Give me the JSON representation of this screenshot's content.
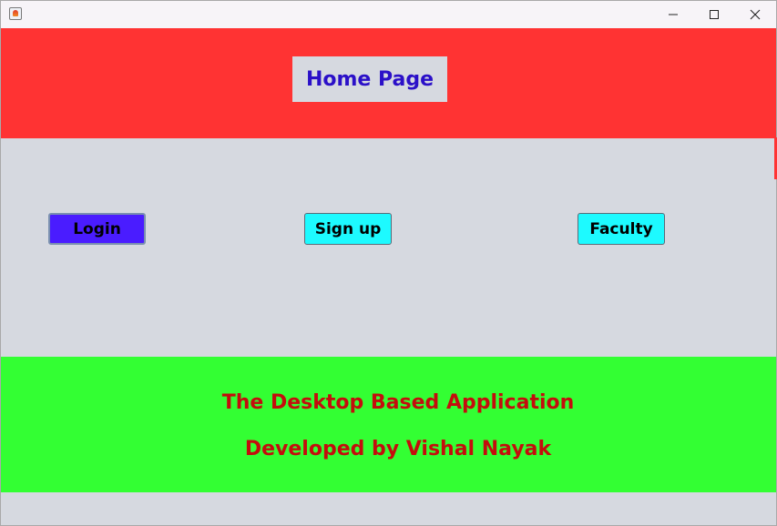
{
  "window": {
    "title": "",
    "controls": {
      "minimize": "minimize-icon",
      "maximize": "maximize-icon",
      "close": "close-icon"
    }
  },
  "header": {
    "title": "Home Page",
    "background": "#ff3333",
    "title_color": "#2b10c8"
  },
  "buttons": {
    "login_label": "Login",
    "signup_label": "Sign up",
    "faculty_label": "Faculty",
    "login_color": "#4a1cff",
    "signup_color": "#1dfaff",
    "faculty_color": "#1dfaff"
  },
  "footer": {
    "line1": "The Desktop Based Application",
    "line2": "Developed by Vishal Nayak",
    "background": "#33ff33",
    "text_color": "#c40d0d"
  }
}
